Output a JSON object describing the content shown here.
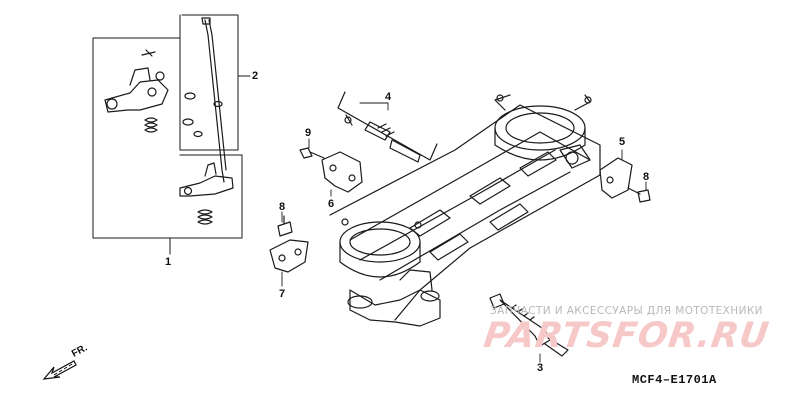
{
  "callouts": [
    "1",
    "2",
    "3",
    "4",
    "5",
    "6",
    "7",
    "8",
    "8",
    "9"
  ],
  "direction_label": "FR.",
  "diagram_code": "MCF4–E1701A",
  "watermark": {
    "subtitle": "ЗАПЧАСТИ И АКСЕССУАРЫ ДЛЯ МОТОТЕХНИКИ",
    "logo": "PARTSFOR.RU"
  },
  "colors": {
    "line": "#1a1a1a",
    "watermark_logo": "#f2b3b3",
    "watermark_text": "#b9b9b9"
  }
}
